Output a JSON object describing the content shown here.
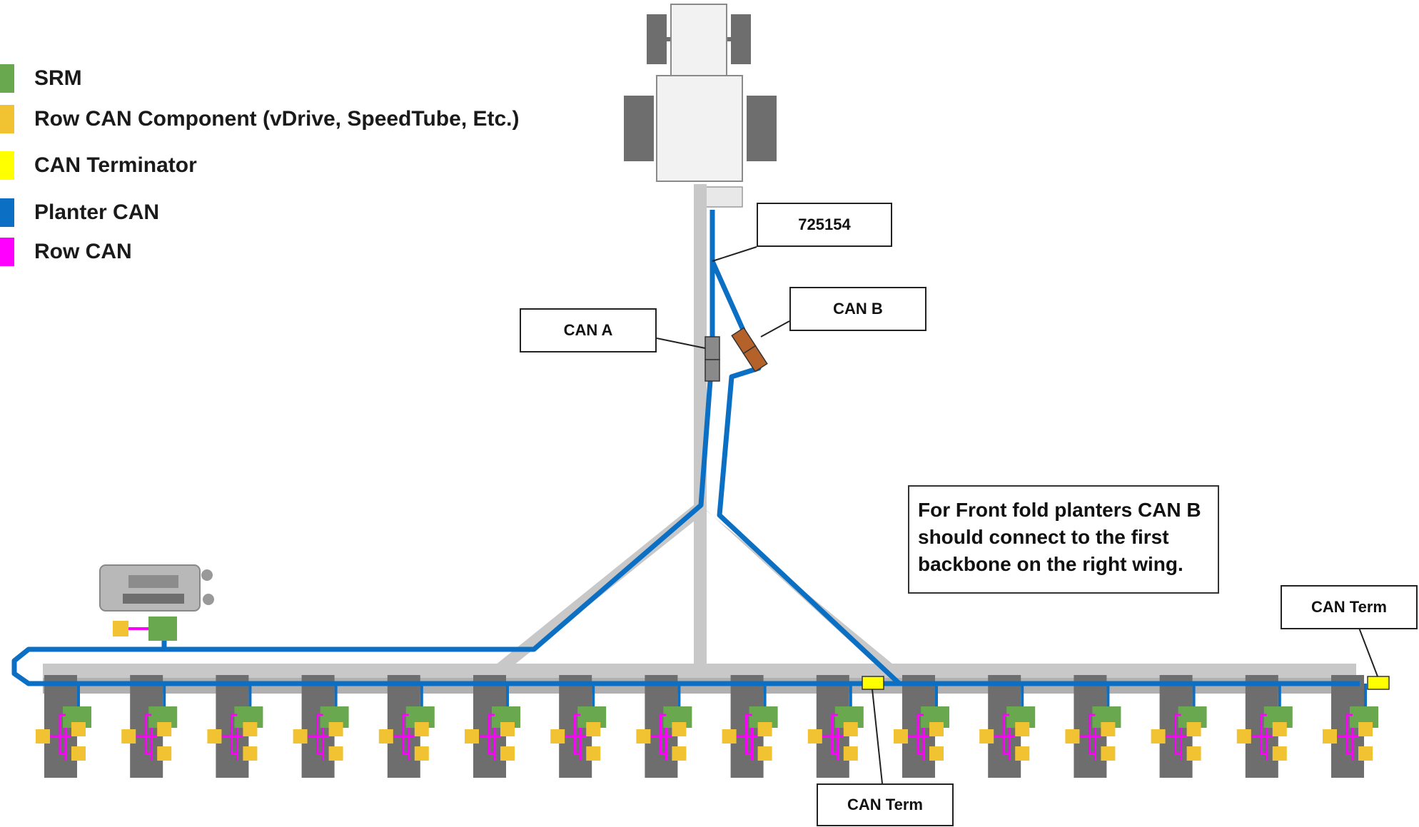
{
  "legend": {
    "items": [
      {
        "label": "SRM",
        "color": "#6aa84f"
      },
      {
        "label": "Row CAN Component (vDrive, SpeedTube, Etc.)",
        "color": "#f1c232"
      },
      {
        "label": "CAN Terminator",
        "color": "#ffff00"
      },
      {
        "label": "Planter CAN",
        "color": "#0b6fc4"
      },
      {
        "label": "Row CAN",
        "color": "#ff00ff"
      }
    ]
  },
  "callouts": {
    "part_number": "725154",
    "can_a": "CAN A",
    "can_b": "CAN B",
    "can_term_bottom": "CAN Term",
    "can_term_right": "CAN Term"
  },
  "note": "For Front fold planters CAN B should connect to the first backbone on the right wing.",
  "colors": {
    "frame": "#c8c8c8",
    "row_unit": "#6e6e6e",
    "planter_can": "#0b6fc4",
    "row_can": "#ff00ff",
    "srm": "#6aa84f",
    "component": "#f1c232",
    "terminator": "#ffff00",
    "can_b_connector": "#b5622a",
    "can_a_connector": "#8a8a8a"
  },
  "row_unit_count": 16
}
